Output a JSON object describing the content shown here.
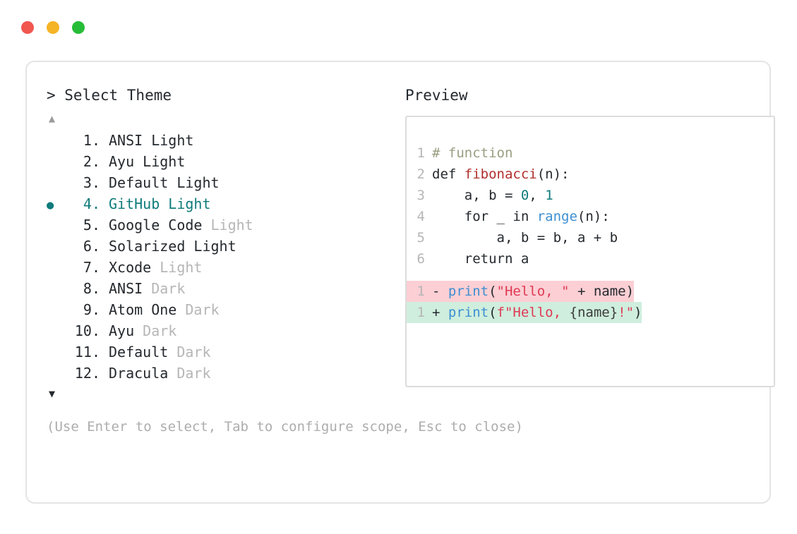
{
  "window": {
    "traffic_lights": [
      {
        "name": "close",
        "color": "#f1564f"
      },
      {
        "name": "minimize",
        "color": "#f5b425"
      },
      {
        "name": "maximize",
        "color": "#26bd38"
      }
    ]
  },
  "picker": {
    "prompt": "> Select Theme",
    "scroll_up_glyph": "▲",
    "scroll_down_glyph": "▼",
    "selected_index": 4,
    "selected_bullet": "●",
    "items": [
      {
        "index": "1.",
        "label": "ANSI Light",
        "dim_suffix": "",
        "selected": false
      },
      {
        "index": "2.",
        "label": "Ayu Light",
        "dim_suffix": "",
        "selected": false
      },
      {
        "index": "3.",
        "label": "Default Light",
        "dim_suffix": "",
        "selected": false
      },
      {
        "index": "4.",
        "label": "GitHub Light",
        "dim_suffix": "",
        "selected": true
      },
      {
        "index": "5.",
        "label": "Google Code ",
        "dim_suffix": "Light",
        "selected": false
      },
      {
        "index": "6.",
        "label": "Solarized Light",
        "dim_suffix": "",
        "selected": false
      },
      {
        "index": "7.",
        "label": "Xcode ",
        "dim_suffix": "Light",
        "selected": false
      },
      {
        "index": "8.",
        "label": "ANSI ",
        "dim_suffix": "Dark",
        "selected": false
      },
      {
        "index": "9.",
        "label": "Atom One ",
        "dim_suffix": "Dark",
        "selected": false
      },
      {
        "index": "10.",
        "label": "Ayu ",
        "dim_suffix": "Dark",
        "selected": false
      },
      {
        "index": "11.",
        "label": "Default ",
        "dim_suffix": "Dark",
        "selected": false
      },
      {
        "index": "12.",
        "label": "Dracula ",
        "dim_suffix": "Dark",
        "selected": false
      }
    ],
    "hint": "(Use Enter to select, Tab to configure scope, Esc to close)"
  },
  "preview": {
    "title": "Preview",
    "code_lines": [
      {
        "ln": "1",
        "tokens": [
          {
            "t": "# function",
            "c": "comment"
          }
        ]
      },
      {
        "ln": "2",
        "tokens": [
          {
            "t": "def ",
            "c": "kw"
          },
          {
            "t": "fibonacci",
            "c": "fn"
          },
          {
            "t": "(n):",
            "c": "plain"
          }
        ]
      },
      {
        "ln": "3",
        "tokens": [
          {
            "t": "    a, b = ",
            "c": "plain"
          },
          {
            "t": "0",
            "c": "num"
          },
          {
            "t": ", ",
            "c": "plain"
          },
          {
            "t": "1",
            "c": "num"
          }
        ]
      },
      {
        "ln": "4",
        "tokens": [
          {
            "t": "    for _ in ",
            "c": "plain"
          },
          {
            "t": "range",
            "c": "builtin"
          },
          {
            "t": "(n):",
            "c": "plain"
          }
        ]
      },
      {
        "ln": "5",
        "tokens": [
          {
            "t": "        a, b = b, a + b",
            "c": "plain"
          }
        ]
      },
      {
        "ln": "6",
        "tokens": [
          {
            "t": "    return a",
            "c": "plain"
          }
        ]
      }
    ],
    "diff_lines": [
      {
        "ln": "1",
        "kind": "del",
        "marker": "-",
        "tokens": [
          {
            "t": "print",
            "c": "builtin"
          },
          {
            "t": "(",
            "c": "plain"
          },
          {
            "t": "\"Hello, \"",
            "c": "str"
          },
          {
            "t": " + name)",
            "c": "plain"
          }
        ]
      },
      {
        "ln": "1",
        "kind": "add",
        "marker": "+",
        "tokens": [
          {
            "t": "print",
            "c": "builtin"
          },
          {
            "t": "(",
            "c": "plain"
          },
          {
            "t": "f\"Hello, ",
            "c": "str"
          },
          {
            "t": "{name}",
            "c": "var"
          },
          {
            "t": "!\"",
            "c": "str"
          },
          {
            "t": ")",
            "c": "plain"
          }
        ]
      }
    ]
  },
  "colors": {
    "accent_teal": "#0f7b7b",
    "dim_text": "#b6b6b6",
    "diff_del_bg": "#fbcfd4",
    "diff_add_bg": "#cfeedd",
    "border": "#e4e4e4"
  }
}
